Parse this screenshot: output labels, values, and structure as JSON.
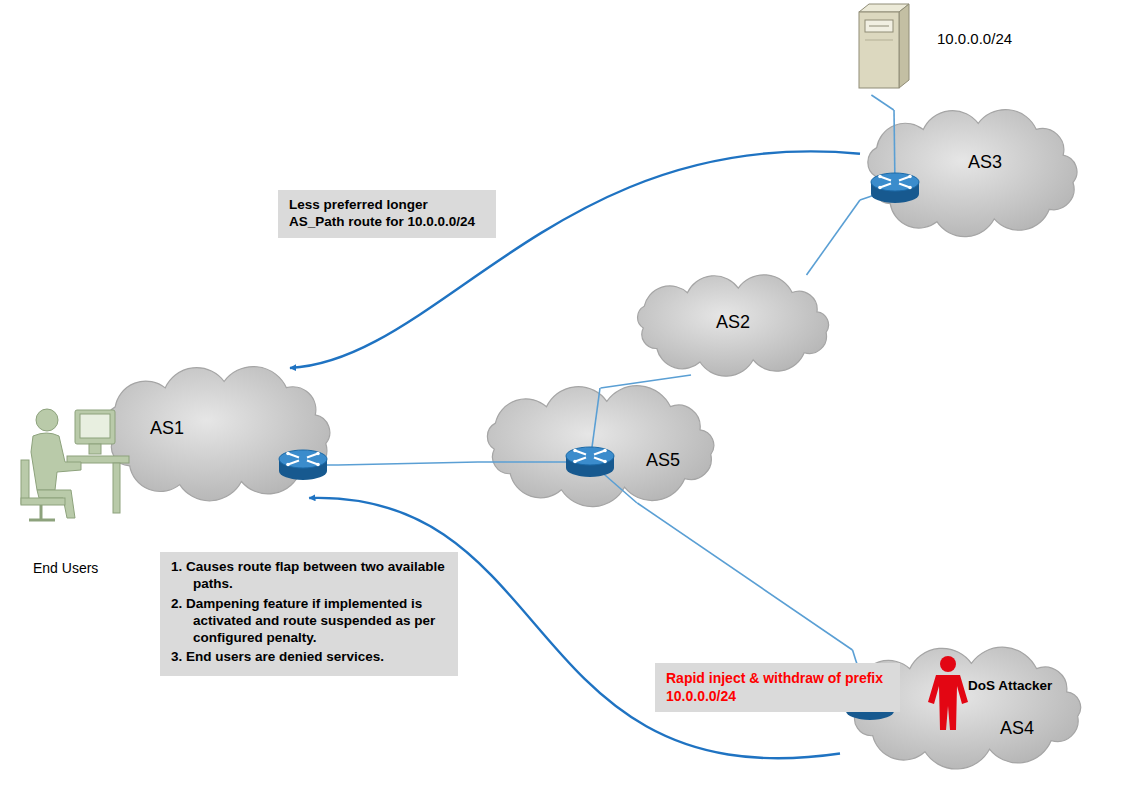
{
  "diagram": {
    "nodes": [
      {
        "text": [
          "10.0.0.0/24"
        ]
      },
      {
        "text": [
          "AS3"
        ]
      },
      {
        "text": [
          "Less preferred longer AS_Path route for 10.0.0.0/24"
        ]
      },
      {
        "text": [
          "AS2"
        ]
      },
      {
        "text": [
          "AS1"
        ]
      },
      {
        "text": [
          "AS5"
        ]
      },
      {
        "text": [
          "End Users"
        ]
      },
      {
        "text": [
          "1. Causes route flap between two available paths.",
          "2. Dampening feature if implemented is activated and route suspended as per configured penalty.",
          "3. End users are denied services."
        ]
      },
      {
        "text": [
          "Rapid inject & withdraw of prefix 10.0.0.0/24"
        ]
      },
      {
        "text": [
          "DoS Attacker",
          "AS4"
        ]
      }
    ],
    "edges": [
      {
        "from": 0,
        "to": 1,
        "arrow": "none"
      },
      {
        "from": 1,
        "to": 3,
        "arrow": "none"
      },
      {
        "from": 3,
        "to": 5,
        "arrow": "none"
      },
      {
        "from": 4,
        "to": 5,
        "arrow": "none"
      },
      {
        "from": 5,
        "to": 9,
        "arrow": "none"
      },
      {
        "from": 1,
        "to": 4,
        "arrow": "to"
      },
      {
        "from": 9,
        "to": 4,
        "arrow": "to"
      }
    ]
  }
}
